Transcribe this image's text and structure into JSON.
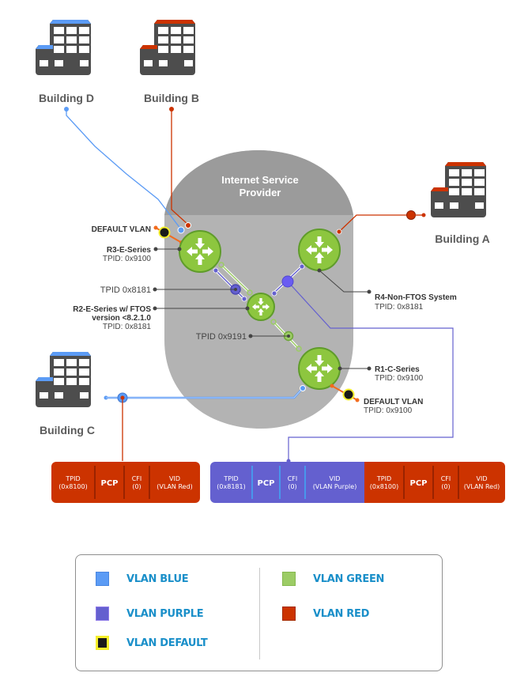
{
  "colors": {
    "vlan_blue": "#5b9bf5",
    "vlan_purple": "#6460cf",
    "vlan_green": "#9ccc65",
    "vlan_red": "#cc3300",
    "vlan_default": "#1a1a1a",
    "default_ring": "#f5ef2a",
    "router_fill": "#8dc63f",
    "router_stroke": "#5f9c2a",
    "building_body": "#4d4d4d",
    "isp_top": "#9b9b9b",
    "isp_body": "#b3b3b3",
    "orange_link": "#f26b1d",
    "legend_text": "#1a8fc9"
  },
  "buildings": {
    "d": {
      "label": "Building D",
      "roof": "blue"
    },
    "b": {
      "label": "Building B",
      "roof": "red"
    },
    "a": {
      "label": "Building A",
      "roof": "red"
    },
    "c": {
      "label": "Building C",
      "roof": "blue"
    }
  },
  "isp": {
    "line1": "Internet Service",
    "line2": "Provider"
  },
  "devices": {
    "r3": {
      "name": "R3-E-Series",
      "tpid": "TPID: 0x9100",
      "default_vlan": "DEFAULT VLAN"
    },
    "r4": {
      "name": "R4-Non-FTOS System",
      "tpid": "TPID: 0x8181"
    },
    "r2": {
      "name_line1": "R2-E-Series w/ FTOS",
      "name_line2": "version <8.2.1.0",
      "tpid": "TPID: 0x8181"
    },
    "r1": {
      "name": "R1-C-Series",
      "tpid": "TPID: 0x9100",
      "default_vlan": "DEFAULT VLAN",
      "default_tpid": "TPID: 0x9100"
    }
  },
  "tpid_labels": {
    "purple_link": "TPID 0x8181",
    "green_link": "TPID 0x9191"
  },
  "frames": {
    "single": [
      {
        "title": "TPID",
        "sub": "(0x8100)",
        "vlan": "red"
      },
      {
        "title": "PCP",
        "sub": "",
        "vlan": "red"
      },
      {
        "title": "CFI",
        "sub": "(0)",
        "vlan": "red"
      },
      {
        "title": "VID",
        "sub": "(VLAN Red)",
        "vlan": "red"
      }
    ],
    "double": [
      {
        "title": "TPID",
        "sub": "(0x8181)",
        "vlan": "purple"
      },
      {
        "title": "PCP",
        "sub": "",
        "vlan": "purple"
      },
      {
        "title": "CFI",
        "sub": "(0)",
        "vlan": "purple"
      },
      {
        "title": "VID",
        "sub": "(VLAN Purple)",
        "vlan": "purple"
      },
      {
        "title": "TPID",
        "sub": "(0x8100)",
        "vlan": "red"
      },
      {
        "title": "PCP",
        "sub": "",
        "vlan": "red"
      },
      {
        "title": "CFI",
        "sub": "(0)",
        "vlan": "red"
      },
      {
        "title": "VID",
        "sub": "(VLAN Red)",
        "vlan": "red"
      }
    ]
  },
  "legend": {
    "items": [
      {
        "label": "VLAN BLUE",
        "color": "#5b9bf5",
        "border": "#4a86e0"
      },
      {
        "label": "VLAN PURPLE",
        "color": "#6460cf",
        "border": "#8f7be8"
      },
      {
        "label": "VLAN DEFAULT",
        "color": "#1a1a1a",
        "border": "#f5ef2a"
      },
      {
        "label": "VLAN GREEN",
        "color": "#9ccc65",
        "border": "#86b84f"
      },
      {
        "label": "VLAN RED",
        "color": "#cc3300",
        "border": "#a32a00"
      }
    ]
  }
}
